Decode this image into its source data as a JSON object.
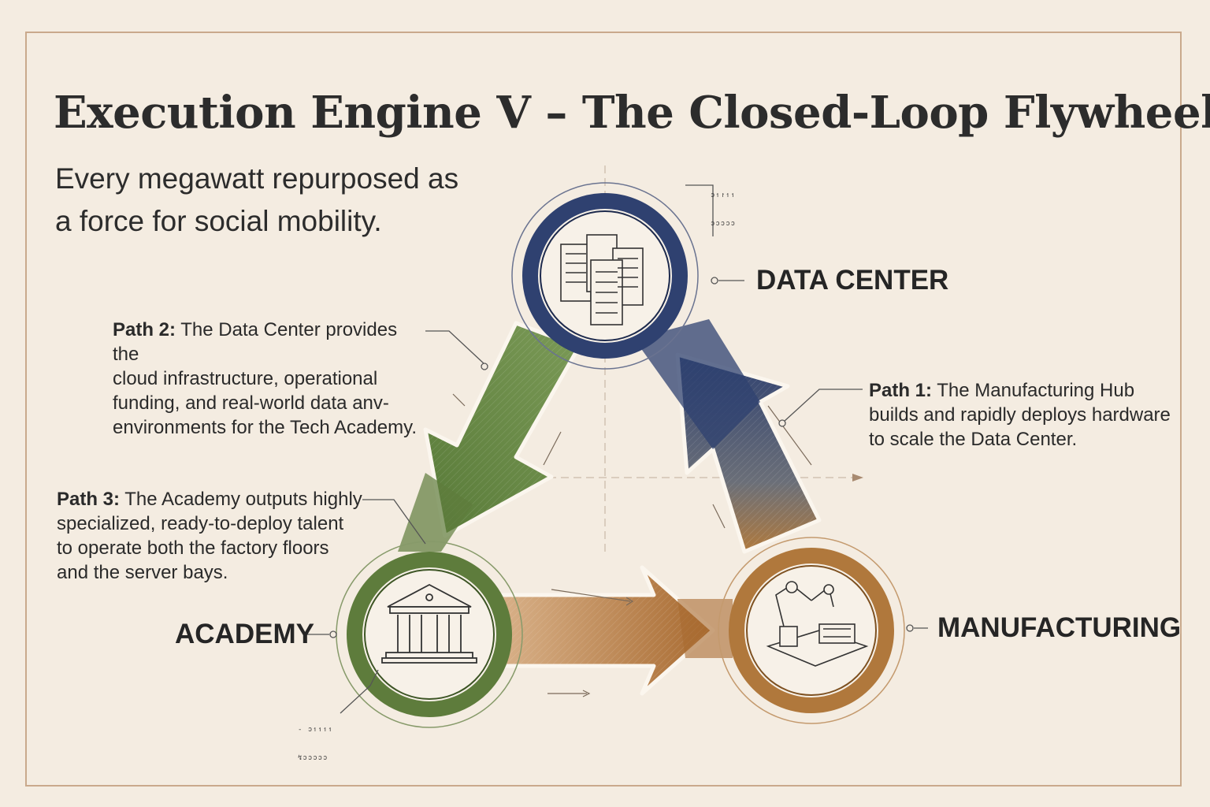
{
  "title": "Execution Engine V – The Closed-Loop Flywheel",
  "subtitle": {
    "line1": "Every megawatt repurposed as",
    "line2": "a force for social mobility."
  },
  "nodes": {
    "data_center": {
      "label": "DATA CENTER",
      "color": "#2f4170",
      "icon": "server-rack-icon"
    },
    "academy": {
      "label": "ACADEMY",
      "color": "#5e7c3c",
      "icon": "classical-building-icon"
    },
    "manufacturing": {
      "label": "MANUFACTURING",
      "color": "#b0783c",
      "icon": "robotic-arm-icon"
    }
  },
  "paths": {
    "path1": {
      "prefix": "Path 1",
      "lines": [
        "The Manufacturing Hub",
        "builds and rapidly deploys hardware",
        "to scale the Data Center."
      ]
    },
    "path2": {
      "prefix": "Path 2",
      "lines": [
        "The Data Center provides the",
        "cloud infrastructure, operational",
        "funding, and real-world data anv-",
        "environments for the Tech Academy."
      ]
    },
    "path3": {
      "prefix": "Path 3",
      "lines": [
        "The Academy outputs highly",
        "specialized, ready-to-deploy talent",
        "to operate both the factory floors",
        "and the server bays."
      ]
    }
  },
  "micro_text": {
    "top": [
      "ↄ↿↾↿↿",
      "ↄↄↄↄↄ"
    ],
    "bottom": [
      "- ↄ↿↿↿↿",
      "↯ↄↄↄↄↄ"
    ]
  }
}
